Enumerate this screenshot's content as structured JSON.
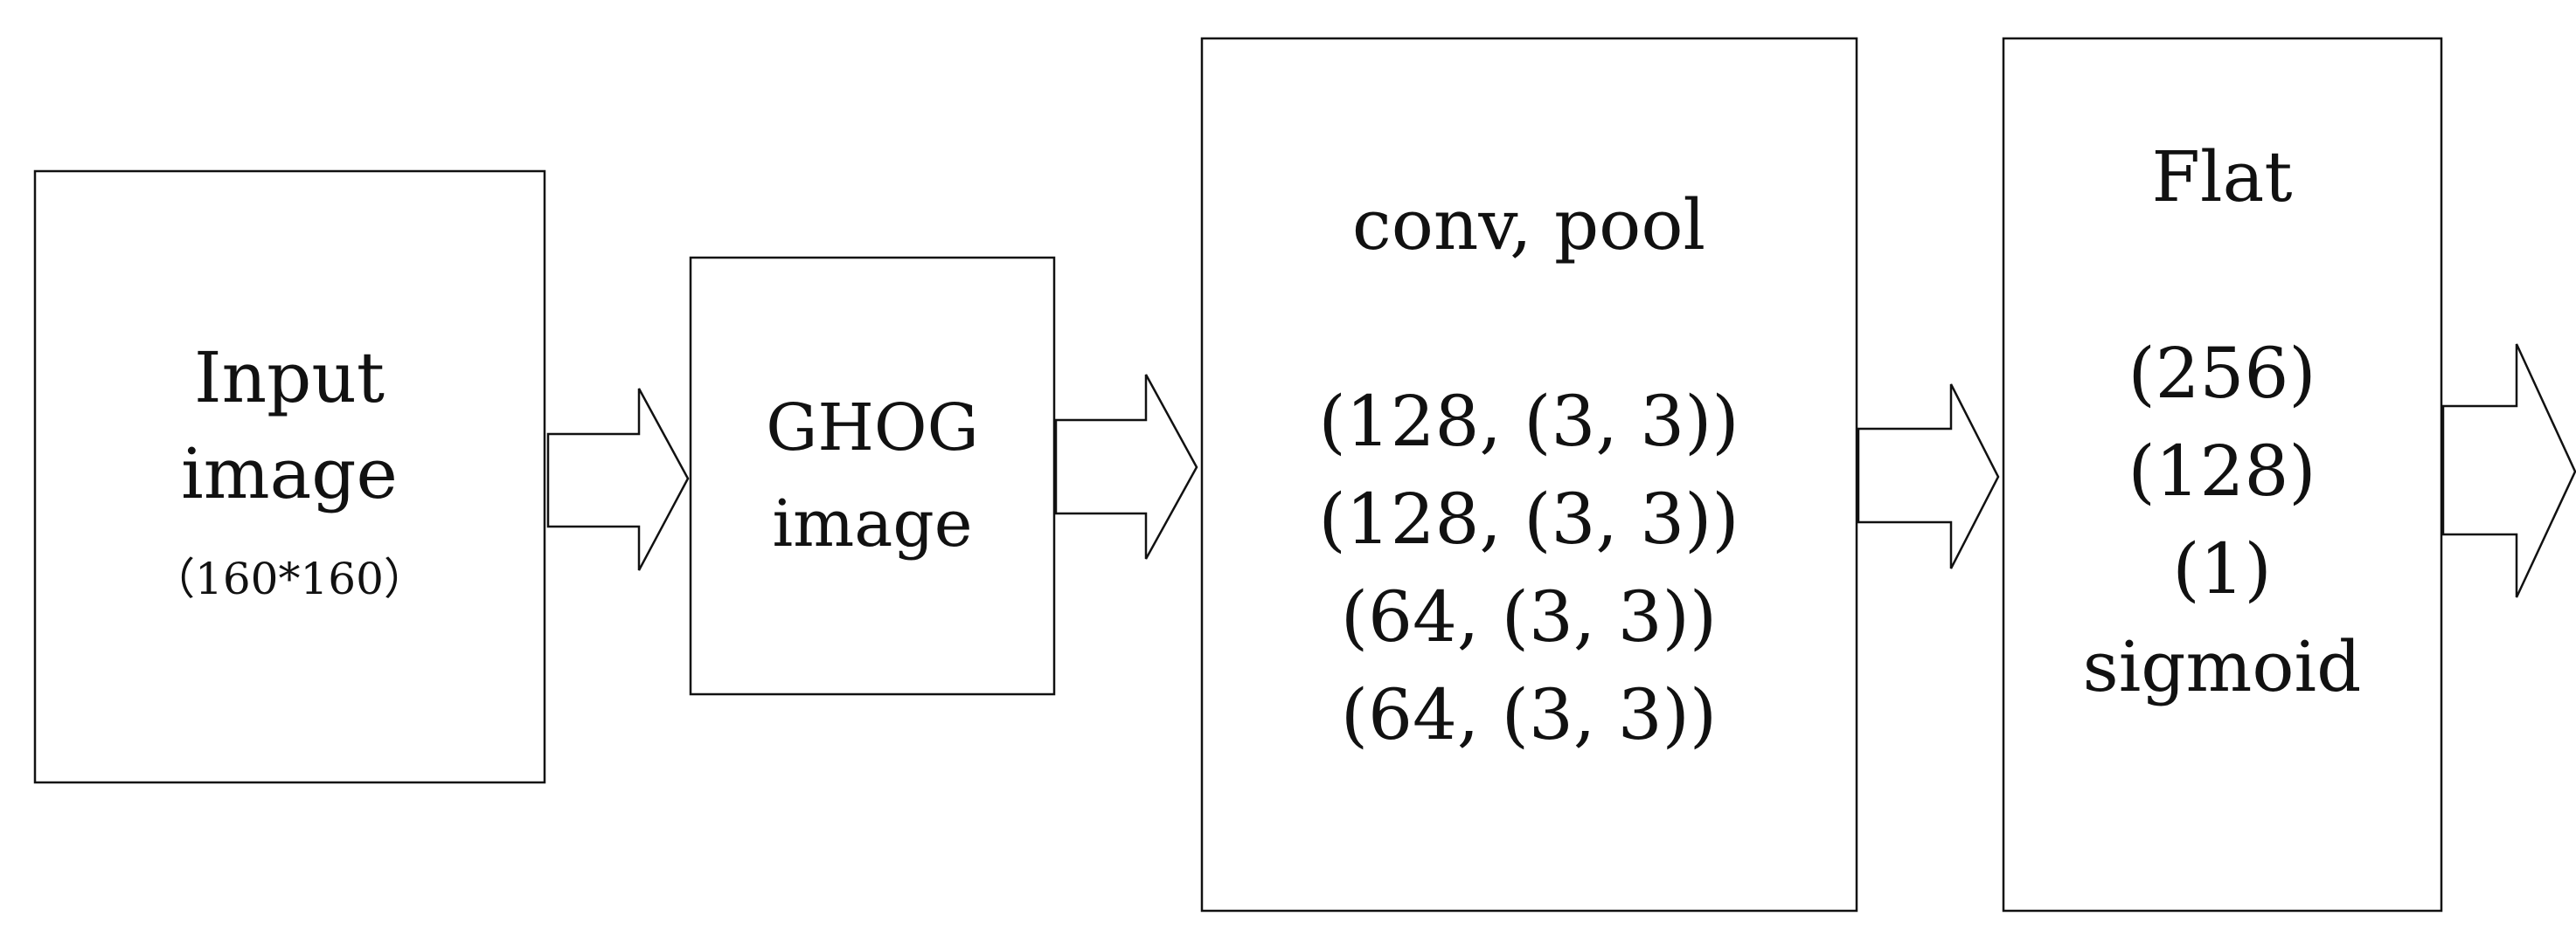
{
  "blocks": {
    "input": {
      "title_line1": "Input",
      "title_line2": "image",
      "size": "（160*160）"
    },
    "ghog": {
      "title_line1": "GHOG",
      "title_line2": "image"
    },
    "conv": {
      "title": "conv, pool",
      "layers": [
        "(128, (3, 3))",
        "(128, (3, 3))",
        "(64, (3, 3))",
        "(64, (3, 3))"
      ]
    },
    "dense": {
      "title": "Flat",
      "units": [
        "(256)",
        "(128)",
        "(1)"
      ],
      "activation": "sigmoid"
    }
  },
  "colors": {
    "stroke": "#111111",
    "fill": "#ffffff",
    "text": "#111111"
  }
}
